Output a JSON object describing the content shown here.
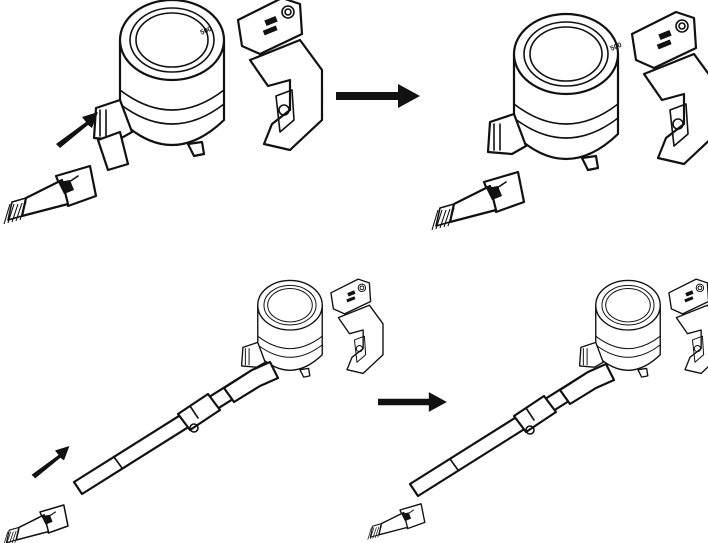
{
  "figure": {
    "steps": [
      {
        "id": "handheld-brush-attach",
        "order": 1
      },
      {
        "id": "tube-brush-attach",
        "order": 2
      }
    ],
    "colors": {
      "line": "#111111",
      "background": "#ffffff"
    },
    "icons": [
      "arrow-right-icon",
      "arrow-diagonal-icon",
      "power-button-icon"
    ],
    "badge_text": "500"
  }
}
